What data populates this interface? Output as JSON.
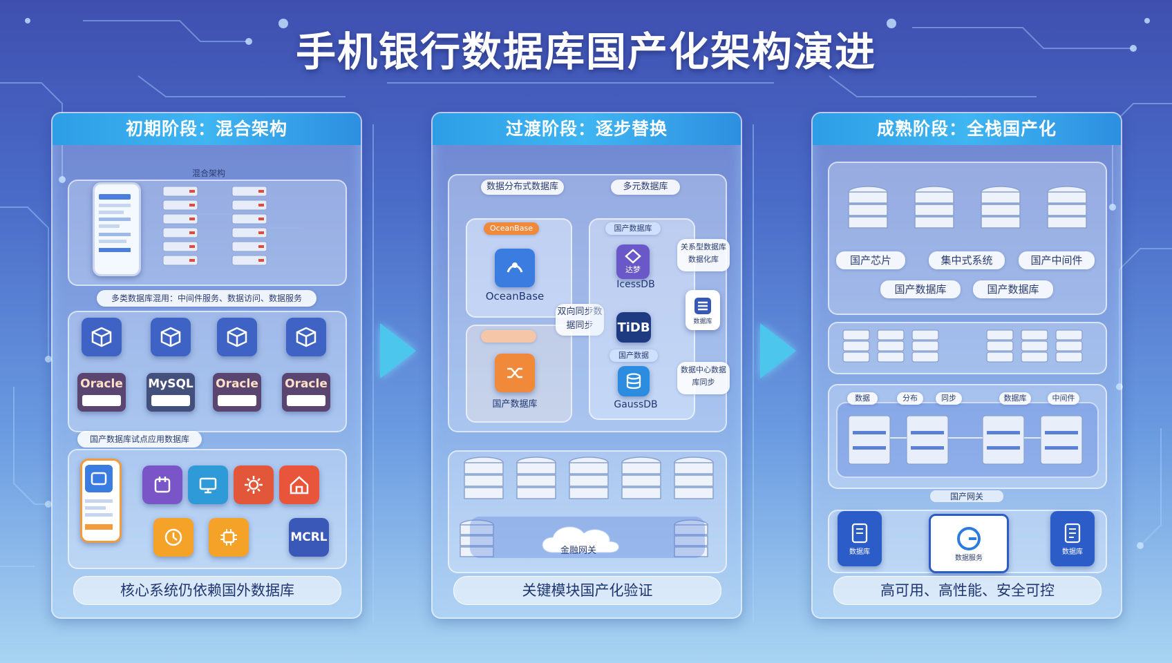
{
  "title": "手机银行数据库国产化架构演进",
  "colors": {
    "accent": "#3fb5f2",
    "arrow": "#4dc6ee",
    "text": "#1e3570"
  },
  "panels": [
    {
      "header": "初期阶段：混合架构",
      "footer": "核心系统仍依赖国外数据库",
      "top_label": "混合架构",
      "mid_label": "多类数据库混用：中间件服务、数据访问、数据服务",
      "databases": [
        "Oracle",
        "MySQL",
        "Oracle",
        "Oracle"
      ],
      "bottom_label": "国产数据库试点应用数据库",
      "bottom_logo": "MCRL"
    },
    {
      "header": "过渡阶段：逐步替换",
      "footer": "关键模块国产化验证",
      "left_group_label": "数据分布式数据库",
      "right_group_label": "多元数据库",
      "oceanbase_tag": "OceanBase",
      "oceanbase_name": "OceanBase",
      "migration_label": "国产数据库",
      "sync_label": "双向同步数据同步",
      "domestic_tag": "国产数据库",
      "dameng_name": "达梦",
      "icedb_name": "IcessDB",
      "tidb_name": "TiDB",
      "domestic_tag2": "国产数据",
      "gaussdb_name": "GaussDB",
      "side_top": "关系型数据库数据化库",
      "side_mid": "数据库",
      "side_bottom": "数据中心数据库同步",
      "gateway": "金融网关"
    },
    {
      "header": "成熟阶段：全栈国产化",
      "footer": "高可用、高性能、安全可控",
      "chips": [
        "国产芯片",
        "集中式系统",
        "国产中间件"
      ],
      "dbs": [
        "国产数据库",
        "国产数据库"
      ],
      "cluster_tags": [
        "数据",
        "分布",
        "同步",
        "数据库",
        "中间件"
      ],
      "net_label": "国产网关",
      "device_labels": [
        "数据库",
        "数据服务",
        "数据库"
      ]
    }
  ]
}
